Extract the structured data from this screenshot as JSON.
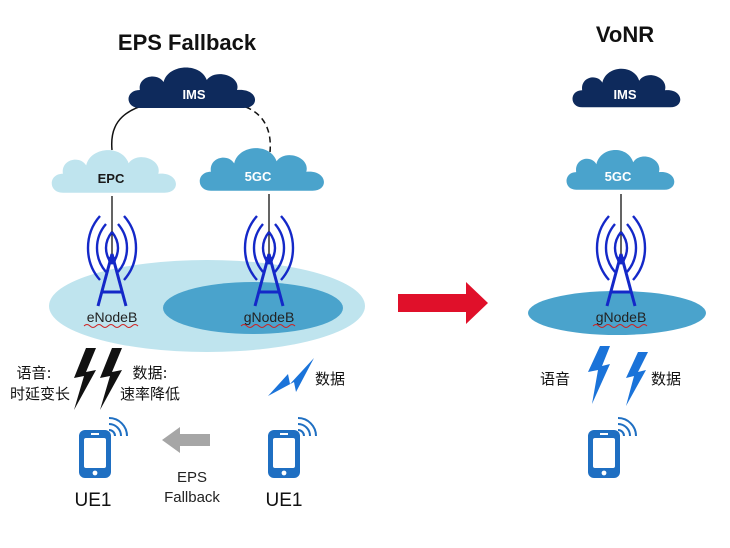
{
  "left": {
    "title": "EPS Fallback",
    "ims": "IMS",
    "epc": "EPC",
    "core5g": "5GC",
    "enodeb": "eNodeB",
    "gnodeb": "gNodeB",
    "voice_label": "语音:",
    "voice_detail": "时延变长",
    "data_label": "数据:",
    "data_detail": "速率降低",
    "data_right": "数据",
    "ue_left": "UE1",
    "ue_right": "UE1",
    "fallback_line1": "EPS",
    "fallback_line2": "Fallback"
  },
  "right": {
    "title": "VoNR",
    "ims": "IMS",
    "core5g": "5GC",
    "gnodeb": "gNodeB",
    "voice": "语音",
    "data": "数据"
  },
  "colors": {
    "dark_navy": "#0e2a5c",
    "mid_blue": "#4aa3cc",
    "light_blue": "#bfe4ee",
    "antenna_blue": "#1428c8",
    "red_arrow": "#e0102a",
    "gray_arrow": "#a6a6a6",
    "phone_blue": "#1f6fc2",
    "bolt_blue": "#1a73d9"
  }
}
